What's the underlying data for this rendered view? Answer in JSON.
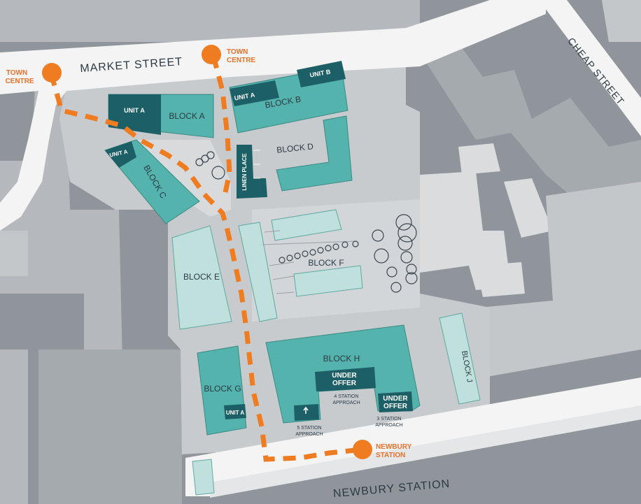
{
  "colors": {
    "background": "#8f959b",
    "site_ground": "#c8cbce",
    "pavement": "#d8dadc",
    "roads": "#f4f4f4",
    "surrounding_blocks": "#b5b9bd",
    "teal": "#54b3ac",
    "dark_teal": "#1d5f66",
    "light_teal": "#bfe0dc",
    "route_orange": "#f07c22",
    "label_text": "#2c3a44"
  },
  "streets": {
    "market_street": "MARKET STREET",
    "cheap_street": "CHEAP STREET",
    "newbury_station_road": "NEWBURY STATION"
  },
  "markers": {
    "town_centre_left": {
      "line1": "TOWN",
      "line2": "CENTRE"
    },
    "town_centre_top": {
      "line1": "TOWN",
      "line2": "CENTRE"
    },
    "newbury_station": {
      "line1": "NEWBURY",
      "line2": "STATION"
    }
  },
  "blocks": {
    "block_a": "BLOCK A",
    "block_a_unit": "UNIT A",
    "block_b": "BLOCK B",
    "block_b_unit_a": "UNIT A",
    "block_b_unit_b": "UNIT B",
    "block_c": "BLOCK C",
    "block_c_unit": "UNIT A",
    "block_d": "BLOCK D",
    "linen_place": "LINEN PLACE",
    "block_e": "BLOCK E",
    "block_f": "BLOCK F",
    "block_g": "BLOCK G",
    "block_g_unit": "UNIT A",
    "block_h": "BLOCK H",
    "block_j": "BLOCK J"
  },
  "under_offer": {
    "upper_line1": "UNDER",
    "upper_line2": "OFFER",
    "lower_line1": "UNDER",
    "lower_line2": "OFFER"
  },
  "addresses": {
    "four_station": {
      "line1": "4 STATION",
      "line2": "APPROACH"
    },
    "five_station": {
      "line1": "5 STATION",
      "line2": "APPROACH"
    },
    "three_station": {
      "line1": "3 STATION",
      "line2": "APPROACH"
    }
  }
}
